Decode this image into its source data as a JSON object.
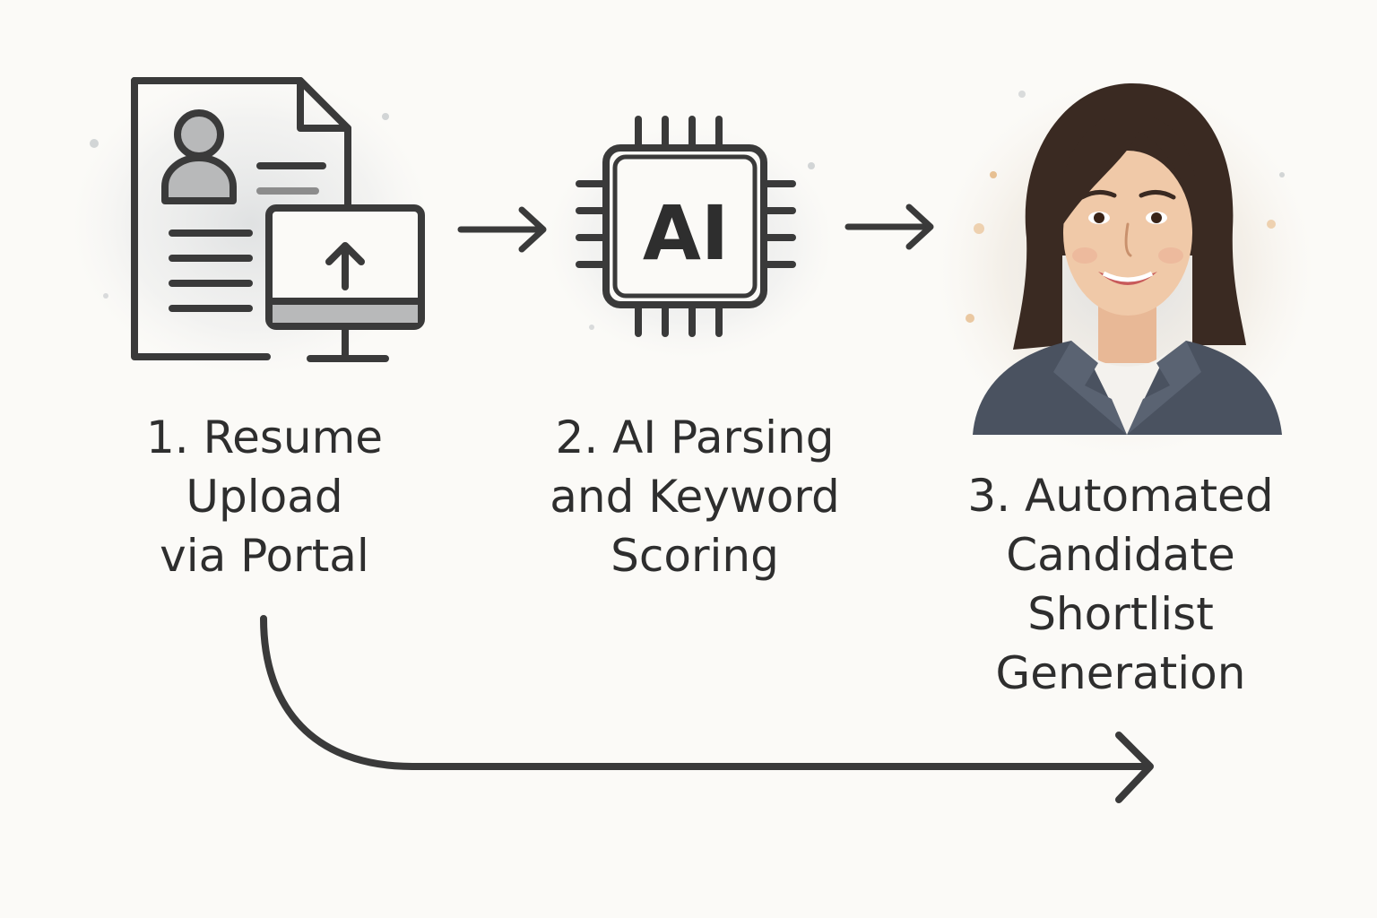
{
  "steps": [
    {
      "number": "1.",
      "lines": [
        "1. Resume",
        "Upload",
        "via Portal"
      ],
      "icon": "resume-upload-icon"
    },
    {
      "number": "2.",
      "lines": [
        "2. AI Parsing",
        "and Keyword",
        "Scoring"
      ],
      "icon": "ai-chip-icon",
      "chip_text": "AI"
    },
    {
      "number": "3.",
      "lines": [
        "3. Automated",
        "Candidate",
        "Shortlist",
        "Generation"
      ],
      "icon": "candidate-portrait"
    }
  ],
  "colors": {
    "background": "#fbfaf7",
    "stroke": "#3a3a3a",
    "text": "#2e2e2e",
    "icon_fill": "#b8b9ba",
    "jacket": "#4a5260",
    "hair": "#3a2a22",
    "skin": "#f0c9a8"
  },
  "connectors": [
    "arrow-step1-to-step2",
    "arrow-step2-to-step3",
    "curved-arrow-step1-to-end"
  ]
}
